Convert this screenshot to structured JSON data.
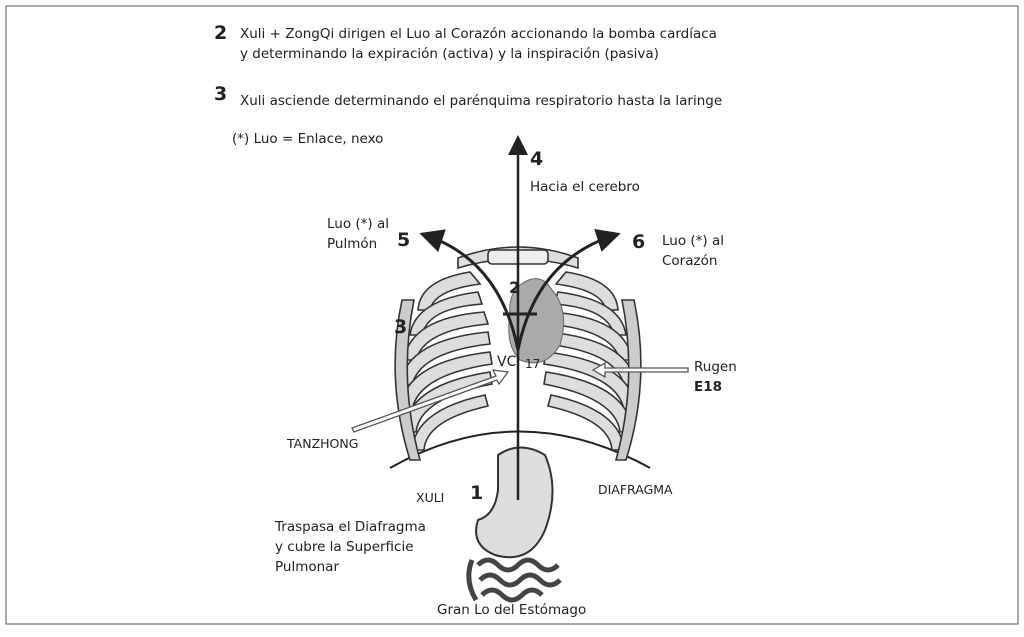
{
  "steps": {
    "step2_number": "2",
    "step2_line1": "Xuli + ZongQi dirigen el Luo al Corazón accionando la bomba cardíaca",
    "step2_line2": "y determinando la expiración (activa) y la inspiración (pasiva)",
    "step3_number": "3",
    "step3_text": "Xuli asciende determinando el parénquima respiratorio hasta la laringe",
    "footnote": "(*) Luo = Enlace, nexo"
  },
  "labels": {
    "n4": "4",
    "brain": "Hacia el cerebro",
    "n5": "5",
    "lung_line1": "Luo (*) al",
    "lung_line2": "Pulmón",
    "n6": "6",
    "heart_line1": "Luo (*) al",
    "heart_line2": "Corazón",
    "n2": "2",
    "n3": "3",
    "vc": "VC",
    "n17": "17",
    "rugen": "Rugen",
    "e18": "E18",
    "tanzhong": "TANZHONG",
    "n1": "1",
    "xuli": "XULI",
    "diafragma": "DIAFRAGMA",
    "traspasa_line1": "Traspasa el Diafragma",
    "traspasa_line2": "y cubre la Superficie",
    "traspasa_line3": "Pulmonar",
    "stomach": "Gran Lo del Estómago"
  }
}
